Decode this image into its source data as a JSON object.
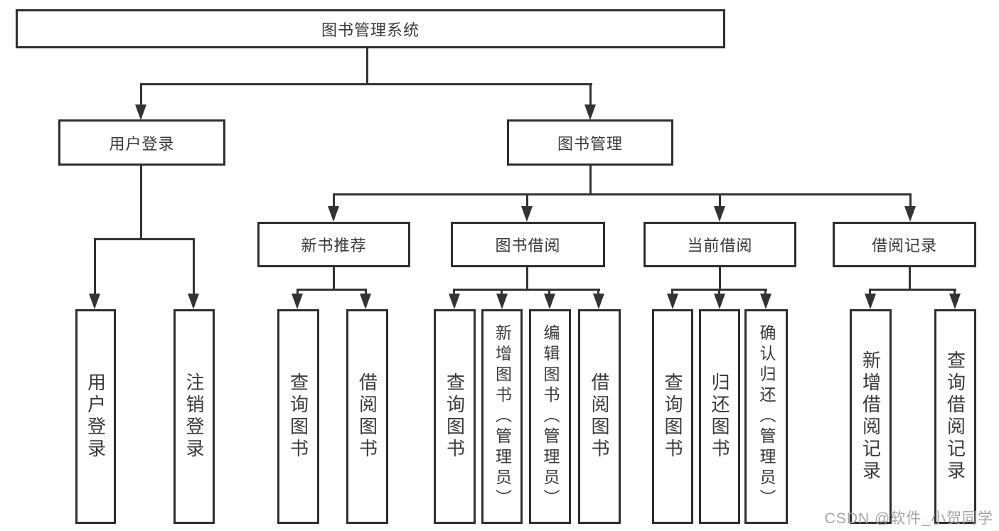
{
  "title": "图书管理系统",
  "colors": {
    "background": "#ffffff",
    "line": "#333333",
    "box_border": "#2e2e2e",
    "text": "#3a3a3a",
    "watermark": "#a5a5a5"
  },
  "tree": {
    "root": {
      "label": "图书管理系统",
      "children": [
        {
          "label": "用户登录",
          "children": [
            {
              "label": "用户登录"
            },
            {
              "label": "注销登录"
            }
          ]
        },
        {
          "label": "图书管理",
          "children": [
            {
              "label": "新书推荐",
              "children": [
                {
                  "label": "查询图书"
                },
                {
                  "label": "借阅图书"
                }
              ]
            },
            {
              "label": "图书借阅",
              "children": [
                {
                  "label": "查询图书"
                },
                {
                  "label": "新增图书（管理员）"
                },
                {
                  "label": "编辑图书（管理员）"
                },
                {
                  "label": "借阅图书"
                }
              ]
            },
            {
              "label": "当前借阅",
              "children": [
                {
                  "label": "查询图书"
                },
                {
                  "label": "归还图书"
                },
                {
                  "label": "确认归还（管理员）"
                }
              ]
            },
            {
              "label": "借阅记录",
              "children": [
                {
                  "label": "新增借阅记录"
                },
                {
                  "label": "查询借阅记录"
                }
              ]
            }
          ]
        }
      ]
    }
  },
  "watermark": "CSDN @软件_小贺同学"
}
